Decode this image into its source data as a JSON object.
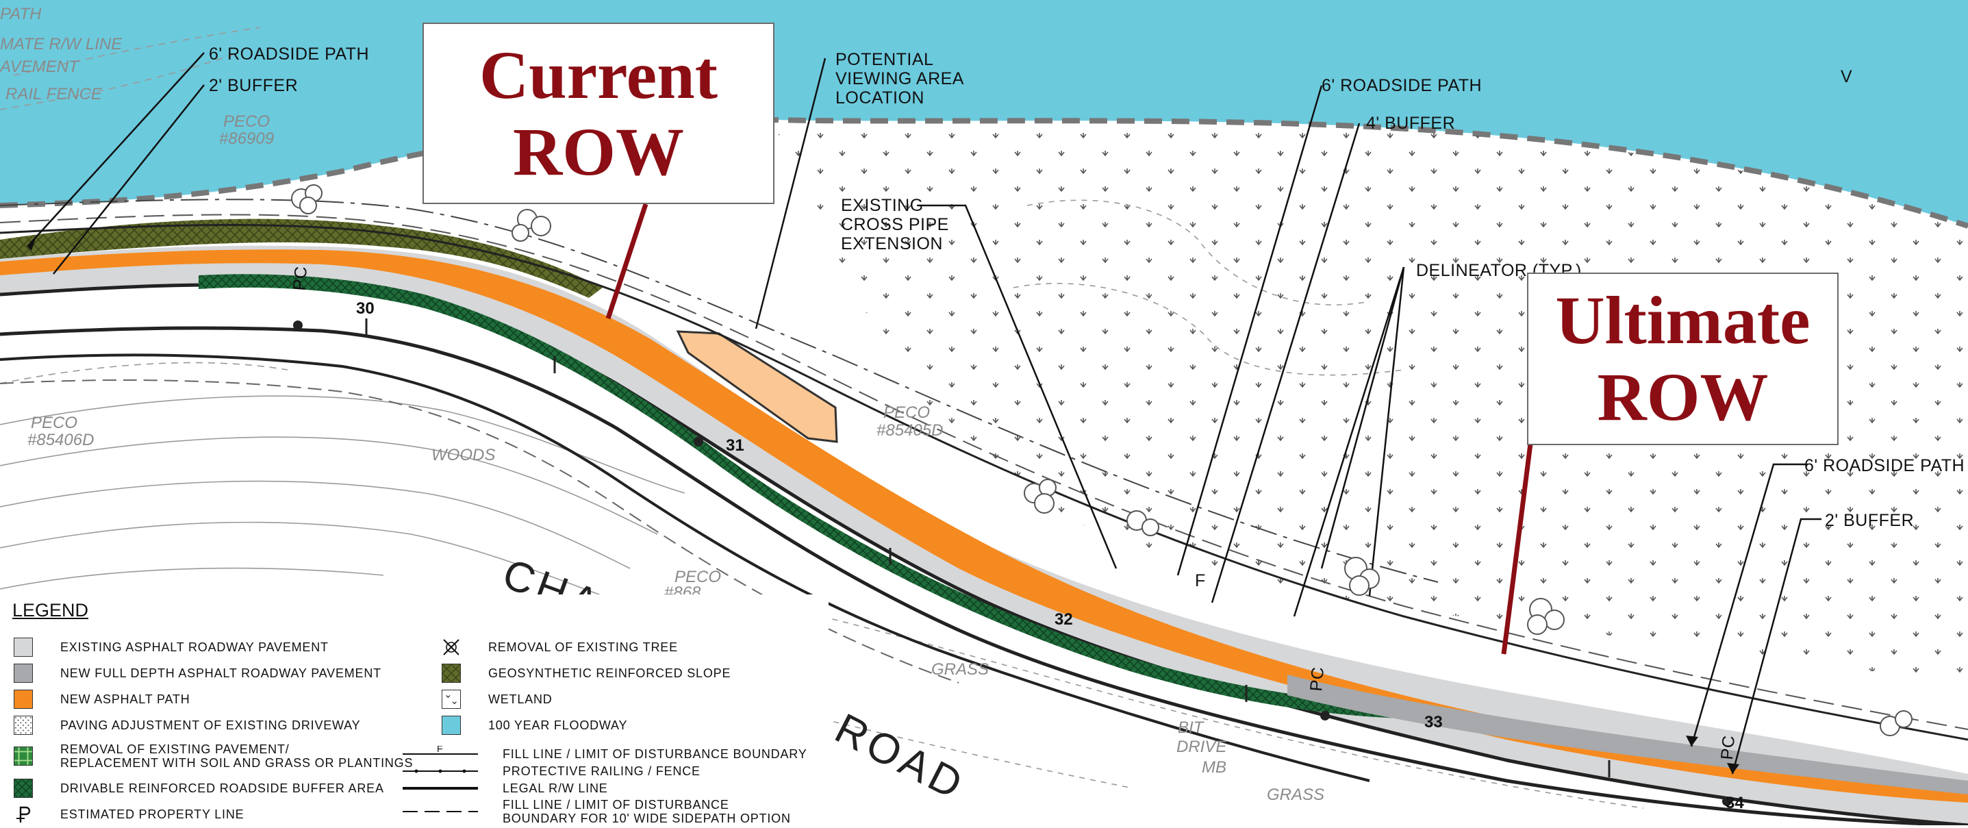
{
  "colors": {
    "floodway": "#6ccadd",
    "existing_pavement": "#d6d7d9",
    "full_depth_pavement": "#a7a9ac",
    "asphalt_path": "#f58a20",
    "drivable_buffer": "#1f6b3a",
    "geosynthetic_slope": "#5f6b2a",
    "row_label": "#8b0e14"
  },
  "row_labels": {
    "current_line1": "Current",
    "current_line2": "ROW",
    "ultimate_line1": "Ultimate",
    "ultimate_line2": "ROW"
  },
  "map_labels": {
    "roadside_path_left": "6' ROADSIDE PATH",
    "buffer_left": "2' BUFFER",
    "potential_viewing_1": "POTENTIAL",
    "potential_viewing_2": "VIEWING AREA",
    "potential_viewing_3": "LOCATION",
    "roadside_path_mid": "6' ROADSIDE PATH",
    "buffer_mid": "4' BUFFER",
    "existing_cross_1": "EXISTING",
    "existing_cross_2": "CROSS PIPE",
    "existing_cross_3": "EXTENSION",
    "delineator": "DELINEATOR (TYP.)",
    "roadside_path_right": "6' ROADSIDE PATH",
    "buffer_right": "2' BUFFER",
    "path_corner": "PATH",
    "mate_rw_line": "MATE R/W LINE",
    "avement": "AVEMENT",
    "rail_fence": "RAIL FENCE",
    "peco_86909_a": "PECO",
    "peco_86909_b": "#86909",
    "peco_85406d_a": "PECO",
    "peco_85406d_b": "#85406D",
    "peco_85405d_a": "PECO",
    "peco_85405d_b": "#85405D",
    "peco_868_a": "PECO",
    "peco_868_b": "#868",
    "woods": "WOODS",
    "grass_1": "GRASS",
    "grass_2": "GRASS",
    "bit": "BIT",
    "drive": "DRIVE",
    "mb": "MB",
    "road_name_1": "CHA",
    "road_name_2": "ROAD",
    "station_30": "30",
    "station_31": "31",
    "station_32": "32",
    "station_33": "33",
    "station_34": "34",
    "pc_1": "PC",
    "pc_2": "PC",
    "pc_3": "PC",
    "f_mark": "F",
    "v_mark": "V"
  },
  "legend": {
    "title": "LEGEND",
    "items_left": [
      {
        "text": "EXISTING ASPHALT ROADWAY PAVEMENT",
        "swatch": "existing_pavement"
      },
      {
        "text": "NEW FULL DEPTH ASPHALT ROADWAY PAVEMENT",
        "swatch": "full_depth_pavement"
      },
      {
        "text": "NEW ASPHALT PATH",
        "swatch": "asphalt_path"
      },
      {
        "text": "PAVING ADJUSTMENT OF EXISTING DRIVEWAY",
        "swatch": "dots"
      },
      {
        "text": "REMOVAL OF EXISTING PAVEMENT/",
        "text2": "REPLACEMENT WITH SOIL AND GRASS OR PLANTINGS",
        "swatch": "grass"
      },
      {
        "text": "DRIVABLE REINFORCED ROADSIDE BUFFER AREA",
        "swatch": "drivable_buffer"
      },
      {
        "text": "ESTIMATED PROPERTY LINE",
        "swatch": "property"
      }
    ],
    "items_right": [
      {
        "text": "REMOVAL OF EXISTING TREE",
        "swatch": "tree"
      },
      {
        "text": "GEOSYNTHETIC REINFORCED SLOPE",
        "swatch": "geosynthetic_slope"
      },
      {
        "text": "WETLAND",
        "swatch": "wetland"
      },
      {
        "text": "100 YEAR FLOODWAY",
        "swatch": "floodway"
      },
      {
        "text": "FILL LINE / LIMIT OF DISTURBANCE BOUNDARY",
        "line": "fill"
      },
      {
        "text": "PROTECTIVE RAILING / FENCE",
        "line": "fence"
      },
      {
        "text": "LEGAL R/W LINE",
        "line": "legal"
      },
      {
        "text": "FILL LINE / LIMIT OF DISTURBANCE",
        "text2": "BOUNDARY FOR 10' WIDE SIDEPATH OPTION",
        "line": "dash"
      }
    ]
  }
}
